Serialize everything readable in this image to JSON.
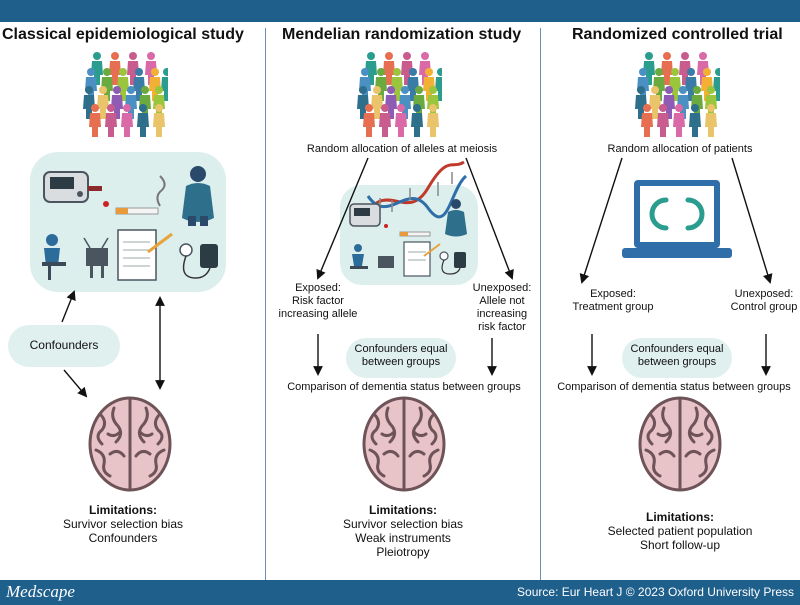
{
  "columns": [
    {
      "title": "Classical epidemiological study",
      "confounders": "Confounders",
      "limitations_title": "Limitations:",
      "limitations": [
        "Survivor selection bias",
        "Confounders"
      ]
    },
    {
      "title": "Mendelian randomization study",
      "allocation": "Random allocation of alleles at meiosis",
      "exposed": [
        "Exposed:",
        "Risk factor",
        "increasing allele"
      ],
      "unexposed": [
        "Unexposed:",
        "Allele not",
        "increasing",
        "risk factor"
      ],
      "confounders_equal": [
        "Confounders equal",
        "between groups"
      ],
      "comparison": "Comparison of dementia status between groups",
      "limitations_title": "Limitations:",
      "limitations": [
        "Survivor selection bias",
        "Weak instruments",
        "Pleiotropy"
      ]
    },
    {
      "title": "Randomized controlled trial",
      "allocation": "Random allocation of patients",
      "exposed": [
        "Exposed:",
        "Treatment group"
      ],
      "unexposed": [
        "Unexposed:",
        "Control group"
      ],
      "confounders_equal": [
        "Confounders equal",
        "between groups"
      ],
      "comparison": "Comparison of dementia status between groups",
      "limitations_title": "Limitations:",
      "limitations": [
        "Selected patient population",
        "Short follow-up"
      ]
    }
  ],
  "footer": {
    "brand": "Medscape",
    "source": "Source: Eur Heart J © 2023 Oxford University Press"
  },
  "colors": {
    "bar": "#1e5f8c",
    "panel": "#dcefed",
    "brain": "#e8c4c8",
    "brain_fold": "#6e5358",
    "laptop": "#2f6ea8",
    "logo": "#2a9d8f"
  },
  "icons": [
    "crowd-icon",
    "glucometer-icon",
    "cigarette-icon",
    "person-icon",
    "tv-viewer-icon",
    "notepad-icon",
    "blood-pressure-icon",
    "dna-icon",
    "laptop-icon",
    "brain-icon"
  ]
}
